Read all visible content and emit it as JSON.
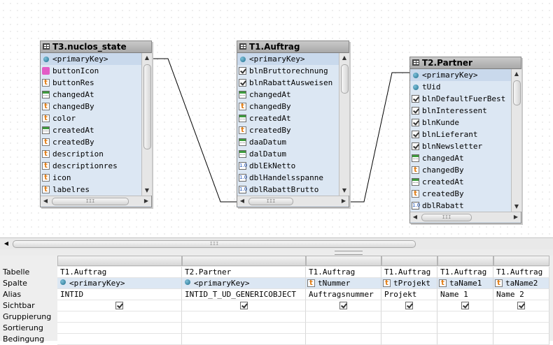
{
  "tables": [
    {
      "title": "T3.nuclos_state",
      "rows": [
        {
          "label": "<primaryKey>",
          "icon": "key-icon",
          "selected": true
        },
        {
          "label": "buttonIcon",
          "icon": "image-icon"
        },
        {
          "label": "buttonRes",
          "icon": "text-field-icon"
        },
        {
          "label": "changedAt",
          "icon": "date-field-icon"
        },
        {
          "label": "changedBy",
          "icon": "text-field-icon"
        },
        {
          "label": "color",
          "icon": "text-field-icon"
        },
        {
          "label": "createdAt",
          "icon": "date-field-icon"
        },
        {
          "label": "createdBy",
          "icon": "text-field-icon"
        },
        {
          "label": "description",
          "icon": "text-field-icon"
        },
        {
          "label": "descriptionres",
          "icon": "text-field-icon"
        },
        {
          "label": "icon",
          "icon": "text-field-icon"
        },
        {
          "label": "labelres",
          "icon": "text-field-icon"
        }
      ]
    },
    {
      "title": "T1.Auftrag",
      "rows": [
        {
          "label": "<primaryKey>",
          "icon": "key-icon",
          "selected": true
        },
        {
          "label": "blnBruttorechnung",
          "icon": "boolean-field-icon"
        },
        {
          "label": "blnRabattAusweisen",
          "icon": "boolean-field-icon"
        },
        {
          "label": "changedAt",
          "icon": "date-field-icon"
        },
        {
          "label": "changedBy",
          "icon": "text-field-icon"
        },
        {
          "label": "createdAt",
          "icon": "date-field-icon"
        },
        {
          "label": "createdBy",
          "icon": "text-field-icon"
        },
        {
          "label": "daaDatum",
          "icon": "date-field-icon"
        },
        {
          "label": "dalDatum",
          "icon": "date-field-icon"
        },
        {
          "label": "dblEkNetto",
          "icon": "number-field-icon"
        },
        {
          "label": "dblHandelsspanne",
          "icon": "number-field-icon"
        },
        {
          "label": "dblRabattBrutto",
          "icon": "number-field-icon"
        }
      ]
    },
    {
      "title": "T2.Partner",
      "rows": [
        {
          "label": "<primaryKey>",
          "icon": "key-icon",
          "selected": true
        },
        {
          "label": "tUid",
          "icon": "key-icon"
        },
        {
          "label": "blnDefaultFuerBest",
          "icon": "boolean-field-icon"
        },
        {
          "label": "blnInteressent",
          "icon": "boolean-field-icon"
        },
        {
          "label": "blnKunde",
          "icon": "boolean-field-icon"
        },
        {
          "label": "blnLieferant",
          "icon": "boolean-field-icon"
        },
        {
          "label": "blnNewsletter",
          "icon": "boolean-field-icon"
        },
        {
          "label": "changedAt",
          "icon": "date-field-icon"
        },
        {
          "label": "changedBy",
          "icon": "text-field-icon"
        },
        {
          "label": "createdAt",
          "icon": "date-field-icon"
        },
        {
          "label": "createdBy",
          "icon": "text-field-icon"
        },
        {
          "label": "dblRabatt",
          "icon": "number-field-icon"
        }
      ]
    }
  ],
  "icon_glyphs": {
    "text-field-icon": "t",
    "number-field-icon": "1.0",
    "scroll-up-icon": "▲",
    "scroll-down-icon": "▼",
    "scroll-left-icon": "◀",
    "scroll-right-icon": "▶",
    "grip": "III"
  },
  "grid": {
    "row_labels": [
      "Tabelle",
      "Spalte",
      "Alias",
      "Sichtbar",
      "Gruppierung",
      "Sortierung",
      "Bedingung"
    ],
    "columns": [
      {
        "table": "T1.Auftrag",
        "column": "<primaryKey>",
        "column_icon": "key-icon",
        "alias": "INTID",
        "visible": true
      },
      {
        "table": "T2.Partner",
        "column": "<primaryKey>",
        "column_icon": "key-icon",
        "alias": "INTID_T_UD_GENERICOBJECT",
        "visible": true
      },
      {
        "table": "T1.Auftrag",
        "column": "tNummer",
        "column_icon": "text-field-icon",
        "alias": "Auftragsnummer",
        "visible": true
      },
      {
        "table": "T1.Auftrag",
        "column": "tProjekt",
        "column_icon": "text-field-icon",
        "alias": "Projekt",
        "visible": true
      },
      {
        "table": "T1.Auftrag",
        "column": "taName1",
        "column_icon": "text-field-icon",
        "alias": "Name 1",
        "visible": true
      },
      {
        "table": "T1.Auftrag",
        "column": "taName2",
        "column_icon": "text-field-icon",
        "alias": "Name 2",
        "visible": true
      }
    ]
  }
}
